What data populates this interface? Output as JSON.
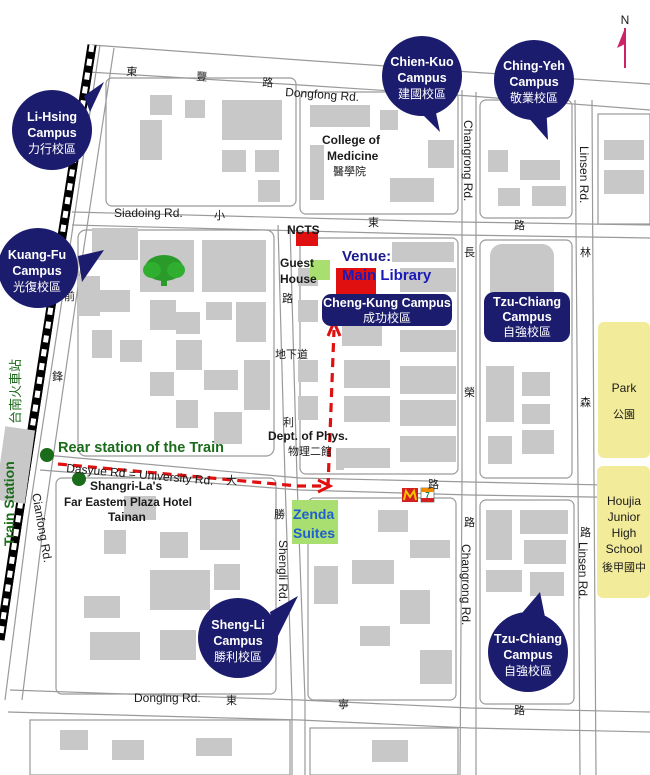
{
  "north": {
    "label": "N"
  },
  "roads": {
    "dongfong_en": "Dongfong Rd.",
    "dongfong_zh": [
      "東",
      "豐",
      "路"
    ],
    "siadoing_en": "Siadoing Rd.",
    "siadoing_zh": [
      "小",
      "東",
      "路"
    ],
    "changrong_en": "Changrong Rd.",
    "changrong_zh": [
      "長",
      "榮",
      "路"
    ],
    "changrong_en_south": "Changrong Rd.",
    "linsen_en": "Linsen Rd.",
    "linsen_zh": [
      "林",
      "森",
      "路"
    ],
    "linsen_en_south": "Linsen Rd.",
    "dasyue": "Dasyue Rd = University Rd.",
    "dasyue_zh": "大",
    "shengli_en": "Shengli Rd.",
    "shengli_zh": [
      "勝",
      "利",
      "路"
    ],
    "shengli_zh_north": [
      "路",
      "利"
    ],
    "donging_en": "Donging Rd.",
    "donging_zh": [
      "東",
      "寧",
      "路"
    ],
    "cianfong_en": "Cianfong Rd.",
    "cianfong_zh": [
      "前",
      "鋒"
    ],
    "underpass_zh": "地下道"
  },
  "train": {
    "label_en": "Train Station",
    "label_zh": "台南火車站",
    "rear_label": "Rear station of the Train"
  },
  "places": {
    "ncts": "NCTS",
    "guest_house_1": "Guest",
    "guest_house_2": "House",
    "venue_1": "Venue:",
    "venue_2": "Main Library",
    "college_1": "College of",
    "college_2": "Medicine",
    "college_zh": "醫學院",
    "dept_phys": "Dept. of Phys.",
    "dept_phys_zh": "物理二館",
    "zenda_1": "Zenda",
    "zenda_2": "Suites",
    "shangri_1": "Shangri-La's",
    "shangri_2": "Far Eastem Plaza Hotel",
    "shangri_3": "Tainan",
    "park_en": "Park",
    "park_zh": "公園",
    "houjia": [
      "Houjia",
      "Junior",
      "High",
      "School"
    ],
    "houjia_zh": "後甲國中"
  },
  "campus_tags": {
    "cheng_kung_en": "Cheng-Kung Campus",
    "cheng_kung_zh": "成功校區",
    "tzu_chiang_en_1": "Tzu-Chiang",
    "tzu_chiang_en_2": "Campus",
    "tzu_chiang_zh": "自強校區"
  },
  "bubbles": {
    "li_hsing": {
      "line1": "Li-Hsing",
      "line2": "Campus",
      "zh": "力行校區"
    },
    "kuang_fu": {
      "line1": "Kuang-Fu",
      "line2": "Campus",
      "zh": "光復校區"
    },
    "chien_kuo": {
      "line1": "Chien-Kuo",
      "line2": "Campus",
      "zh": "建國校區"
    },
    "ching_yeh": {
      "line1": "Ching-Yeh",
      "line2": "Campus",
      "zh": "敬業校區"
    },
    "sheng_li": {
      "line1": "Sheng-Li",
      "line2": "Campus",
      "zh": "勝利校區"
    },
    "tzu_chiang_s": {
      "line1": "Tzu-Chiang",
      "line2": "Campus",
      "zh": "自強校區"
    }
  },
  "colors": {
    "campus_bubble": "#1c1c6e",
    "venue_text": "#1a1ab8",
    "highlight_red": "#e01010",
    "route_red": "#e01010",
    "train_green": "#1a6b1a",
    "park_yellow": "#f2eb9a",
    "zenda_blue": "#1f5fcf",
    "building_gray": "#c8c8c8",
    "north_arrow": "#cc2266"
  }
}
